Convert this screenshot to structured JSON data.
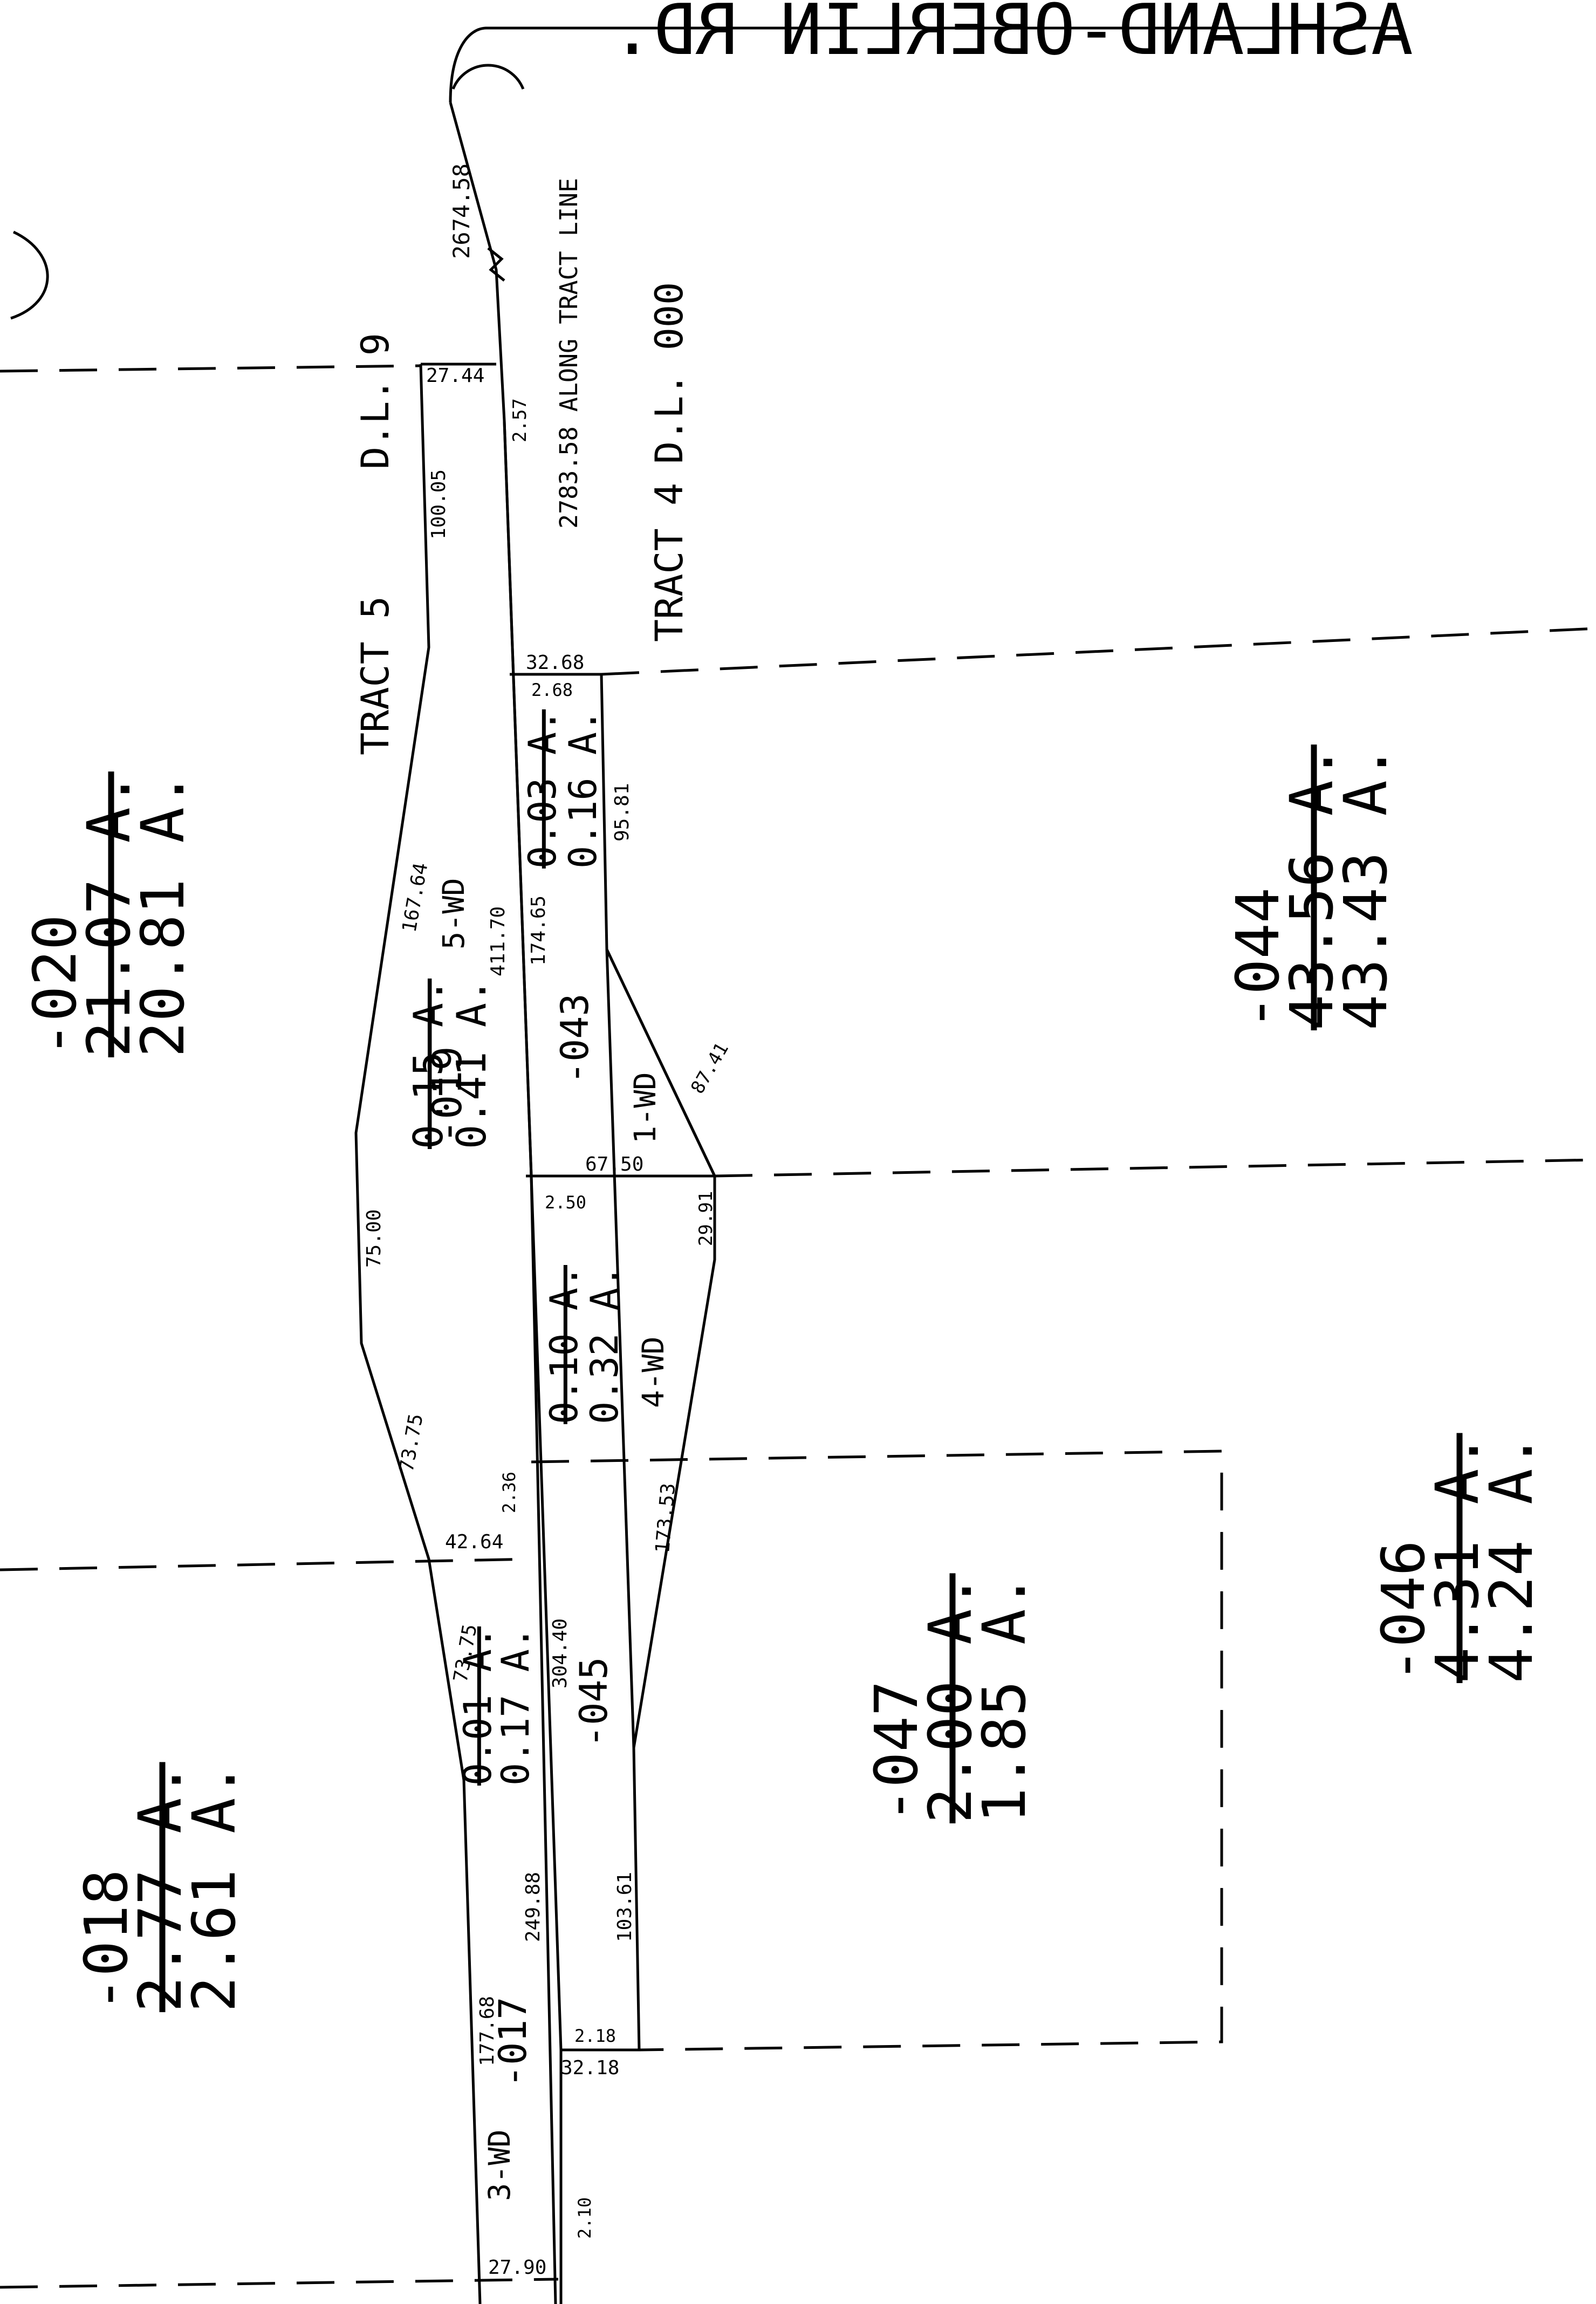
{
  "road": {
    "name": "ASHLAND-OBERLIN RD."
  },
  "tracts": {
    "tract5": "TRACT 5",
    "dl9": "D.L. 9",
    "tract4": "TRACT 4",
    "dl000": "D.L. 000"
  },
  "notes": {
    "along_tract_line": "2783.58 ALONG TRACT LINE",
    "dist_2674": "2674.58"
  },
  "parcels": [
    {
      "id": "-020",
      "old": "21.07 A.",
      "new": "20.81 A."
    },
    {
      "id": "-019",
      "old": "0.15 A.",
      "new": "0.41 A."
    },
    {
      "id": "-018",
      "old": "2.77 A.",
      "new": "2.61 A."
    },
    {
      "id": "-017",
      "old": "0.01 A.",
      "new": "0.17 A."
    },
    {
      "id": "-043",
      "old": "0.03 A.",
      "new": "0.16 A."
    },
    {
      "id": "-044",
      "old": "43.56 A.",
      "new": "43.43 A."
    },
    {
      "id": "-045",
      "old": "0.10 A.",
      "new": "0.32 A."
    },
    {
      "id": "-046",
      "old": "4.31 A.",
      "new": "4.24 A."
    },
    {
      "id": "-047",
      "old": "2.00 A.",
      "new": "1.85 A."
    }
  ],
  "wd": {
    "wd1": "1-WD",
    "wd3": "3-WD",
    "wd4": "4-WD",
    "wd5": "5-WD"
  },
  "dims": {
    "d2744": "27.44",
    "d257": "2.57",
    "d10005": "100.05",
    "d3268": "32.68",
    "d268": "2.68",
    "d9581": "95.81",
    "d16764": "167.64",
    "d41170": "411.70",
    "d17465": "174.65",
    "d8741": "87.41",
    "d6750": "67.50",
    "d250": "2.50",
    "d7500": "75.00",
    "d2991": "29.91",
    "d7375a": "73.75",
    "d236": "2.36",
    "d4264": "42.64",
    "d17353": "173.53",
    "d7375b": "73.75",
    "d30440": "304.40",
    "d24988": "249.88",
    "d10361": "103.61",
    "d17768": "177.68",
    "d218": "2.18",
    "d3218": "32.18",
    "d210": "2.10",
    "d2790": "27.90"
  }
}
